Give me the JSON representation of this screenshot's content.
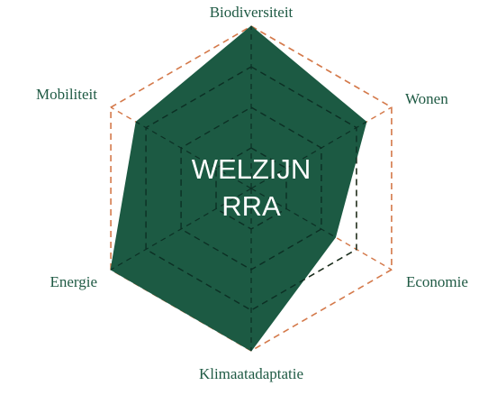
{
  "chart_data": {
    "type": "radar",
    "title": "",
    "center_label": [
      "WELZIJN",
      "RRA"
    ],
    "axes": [
      "Biodiversiteit",
      "Wonen",
      "Economie",
      "Klimaatadaptatie",
      "Energie",
      "Mobiliteit"
    ],
    "values": [
      1.0,
      0.82,
      0.6,
      1.0,
      1.0,
      0.82
    ],
    "scale_max": 1.0,
    "grid_levels": 4,
    "grid": true,
    "legend": "none",
    "colors": {
      "fill": "#1c5a43",
      "outer_grid": "#d4794a",
      "inner_grid": "#0c2f24",
      "axis_label": "#1f5a44",
      "center_text": "#ffffff"
    }
  }
}
